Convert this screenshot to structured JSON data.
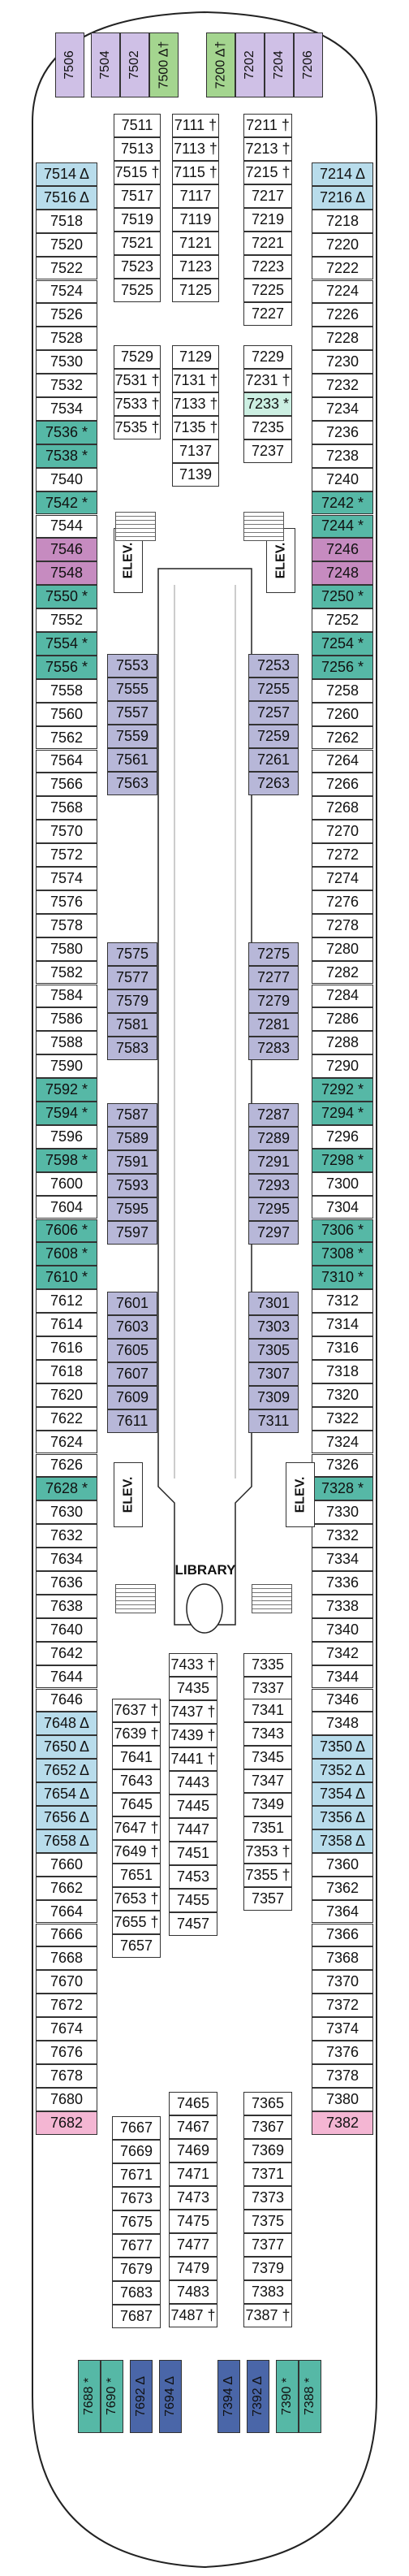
{
  "legend_colors": {
    "white": "#ffffff",
    "gray_blue": "#b7b7d8",
    "light_blue": "#b8dceb",
    "teal": "#56b8a6",
    "mint": "#ccefe2",
    "magenta": "#c68bc0",
    "pink": "#f4b6d3",
    "lavender": "#cfc0e6",
    "green": "#a4d58f"
  },
  "labels": {
    "elev": "ELEV.",
    "library": "LIBRARY"
  },
  "icons": {
    "accessible": "wheelchair-icon",
    "connecting": "double-arrow-connector-icon"
  },
  "top_row": [
    "7506",
    "7504",
    "7502",
    "7500 Δ†",
    "7200 Δ†",
    "7202",
    "7204",
    "7206"
  ],
  "left_outer": [
    "7514 Δ",
    "7516 Δ",
    "7518",
    "7520",
    "7522",
    "7524",
    "7526",
    "7528",
    "7530",
    "7532",
    "7534",
    "7536 *",
    "7538 *",
    "7540",
    "7542 *",
    "7544",
    "7546",
    "7548",
    "7550 *",
    "7552",
    "7554 *",
    "7556 *",
    "7558",
    "7560",
    "7562",
    "7564",
    "7566",
    "7568",
    "7570",
    "7572",
    "7574",
    "7576",
    "7578",
    "7580",
    "7582",
    "7584",
    "7586",
    "7588",
    "7590",
    "7592 *",
    "7594 *",
    "7596",
    "7598 *",
    "7600",
    "7604",
    "7606 *",
    "7608 *",
    "7610 *",
    "7612",
    "7614",
    "7616",
    "7618",
    "7620",
    "7622",
    "7624",
    "7626",
    "7628 *",
    "7630",
    "7632",
    "7634",
    "7636",
    "7638",
    "7640",
    "7642",
    "7644",
    "7646",
    "7648 Δ",
    "7650 Δ",
    "7652 Δ",
    "7654 Δ",
    "7656 Δ",
    "7658 Δ",
    "7660",
    "7662",
    "7664",
    "7666",
    "7668",
    "7670",
    "7672",
    "7674",
    "7676",
    "7678",
    "7680",
    "7682"
  ],
  "right_outer": [
    "7214 Δ",
    "7216 Δ",
    "7218",
    "7220",
    "7222",
    "7224",
    "7226",
    "7228",
    "7230",
    "7232",
    "7234",
    "7236",
    "7238",
    "7240",
    "7242 *",
    "7244 *",
    "7246",
    "7248",
    "7250 *",
    "7252",
    "7254 *",
    "7256 *",
    "7258",
    "7260",
    "7262",
    "7264",
    "7266",
    "7268",
    "7270",
    "7272",
    "7274",
    "7276",
    "7278",
    "7280",
    "7282",
    "7284",
    "7286",
    "7288",
    "7290",
    "7292 *",
    "7294 *",
    "7296",
    "7298 *",
    "7300",
    "7304",
    "7306 *",
    "7308 *",
    "7310 *",
    "7312",
    "7314",
    "7316",
    "7318",
    "7320",
    "7322",
    "7324",
    "7326",
    "7328 *",
    "7330",
    "7332",
    "7334",
    "7336",
    "7338",
    "7340",
    "7342",
    "7344",
    "7346",
    "7348",
    "7350 Δ",
    "7352 Δ",
    "7354 Δ",
    "7356 Δ",
    "7358 Δ",
    "7360",
    "7362",
    "7364",
    "7366",
    "7368",
    "7370",
    "7372",
    "7374",
    "7376",
    "7378",
    "7380",
    "7382"
  ],
  "left_inner_top": [
    "7511",
    "7513",
    "7515 †",
    "7517",
    "7519",
    "7521",
    "7523",
    "7525"
  ],
  "left_inner2_top": [
    "7111 †",
    "7113 †",
    "7115 †",
    "7117",
    "7119",
    "7121",
    "7123",
    "7125"
  ],
  "right_inner_top": [
    "7211 †",
    "7213 †",
    "7215 †",
    "7217",
    "7219",
    "7221",
    "7223",
    "7225",
    "7227"
  ],
  "left_mid_a": [
    "7529",
    "7531 †",
    "7533 †",
    "7535 †"
  ],
  "left_mid_b": [
    "7129",
    "7131 †",
    "7133 †",
    "7135 †",
    "7137",
    "7139"
  ],
  "right_mid": [
    "7229",
    "7231 †",
    "7233 *",
    "7235",
    "7237"
  ],
  "left_inner_1": [
    "7553",
    "7555",
    "7557",
    "7559",
    "7561",
    "7563"
  ],
  "right_inner_1": [
    "7253",
    "7255",
    "7257",
    "7259",
    "7261",
    "7263"
  ],
  "left_inner_2": [
    "7575",
    "7577",
    "7579",
    "7581",
    "7583"
  ],
  "right_inner_2": [
    "7275",
    "7277",
    "7279",
    "7281",
    "7283"
  ],
  "left_inner_3": [
    "7587",
    "7589",
    "7591",
    "7593",
    "7595",
    "7597"
  ],
  "right_inner_3": [
    "7287",
    "7289",
    "7291",
    "7293",
    "7295",
    "7297"
  ],
  "left_inner_4": [
    "7601",
    "7603",
    "7605",
    "7607",
    "7609",
    "7611"
  ],
  "right_inner_4": [
    "7301",
    "7303",
    "7305",
    "7307",
    "7309",
    "7311"
  ],
  "aft_l1": [
    "7433 †",
    "7435",
    "7437 †",
    "7439 †",
    "7441 †",
    "7443",
    "7445",
    "7447"
  ],
  "aft_l0": [
    "7637 †",
    "7639 †",
    "7641",
    "7643",
    "7645",
    "7647 †",
    "7649 †",
    "7651",
    "7653 †",
    "7655 †",
    "7657"
  ],
  "aft_l2": [
    "7451",
    "7453",
    "7455",
    "7457"
  ],
  "aft_r0": [
    "7335",
    "7337"
  ],
  "aft_r1": [
    "7341",
    "7343",
    "7345",
    "7347",
    "7349",
    "7351",
    "7353 †",
    "7355 †",
    "7357"
  ],
  "aft_bl0": [
    "7667",
    "7669",
    "7671",
    "7673",
    "7675",
    "7677",
    "7679",
    "7683",
    "7687"
  ],
  "aft_bl1": [
    "7465",
    "7467",
    "7469",
    "7471",
    "7473",
    "7475",
    "7477",
    "7479",
    "7483",
    "7487 †"
  ],
  "aft_br0": [
    "7365",
    "7367",
    "7369",
    "7371",
    "7373",
    "7375",
    "7377",
    "7379",
    "7383",
    "7387 †"
  ],
  "stern_row": [
    "7688 *",
    "7690 *",
    "7692 Δ",
    "7694 Δ",
    "7394 Δ",
    "7392 Δ",
    "7390 *",
    "7388 *"
  ]
}
